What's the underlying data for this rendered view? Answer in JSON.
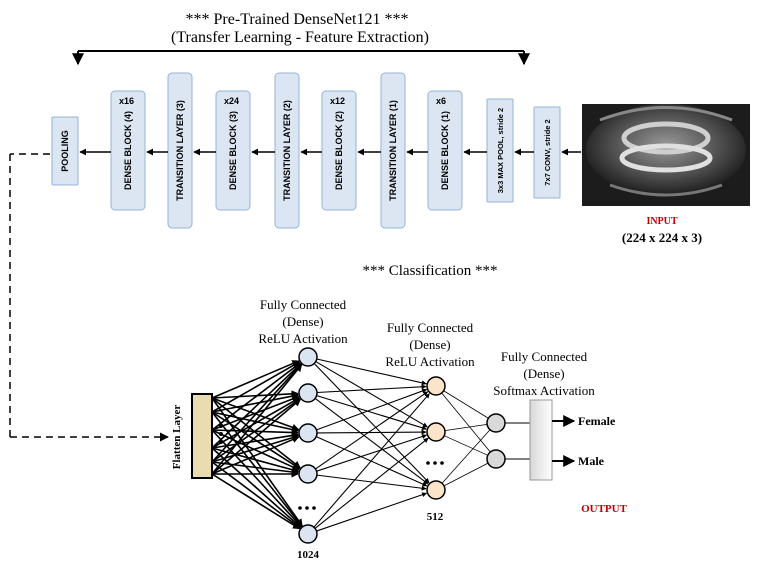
{
  "header": {
    "title": "*** Pre-Trained DenseNet121 ***",
    "subtitle": "(Transfer Learning - Feature Extraction)"
  },
  "pipeline": {
    "blocks": [
      {
        "label": "POOLING",
        "multiplier": ""
      },
      {
        "label": "DENSE BLOCK (4)",
        "multiplier": "x16"
      },
      {
        "label": "TRANSITION LAYER (3)",
        "multiplier": ""
      },
      {
        "label": "DENSE BLOCK (3)",
        "multiplier": "x24"
      },
      {
        "label": "TRANSITION LAYER (2)",
        "multiplier": ""
      },
      {
        "label": "DENSE BLOCK (2)",
        "multiplier": "x12"
      },
      {
        "label": "TRANSITION LAYER (1)",
        "multiplier": ""
      },
      {
        "label": "DENSE BLOCK (1)",
        "multiplier": "x6"
      },
      {
        "label": "3x3 MAX POOL, stride 2",
        "multiplier": ""
      },
      {
        "label": "7x7 CONV, stride 2",
        "multiplier": ""
      }
    ],
    "input_label": "INPUT",
    "input_size": "(224 x 224 x 3)"
  },
  "classification": {
    "title": "*** Classification ***",
    "flatten_label": "Flatten Layer",
    "fc1": {
      "line1": "Fully Connected",
      "line2": "(Dense)",
      "line3": "ReLU Activation",
      "units": "1024"
    },
    "fc2": {
      "line1": "Fully Connected",
      "line2": "(Dense)",
      "line3": "ReLU Activation",
      "units": "512"
    },
    "fc3": {
      "line1": "Fully Connected",
      "line2": "(Dense)",
      "line3": "Softmax Activation"
    },
    "outputs": [
      "Female",
      "Male"
    ],
    "output_label": "OUTPUT"
  },
  "colors": {
    "block_fill": "#dce6f2",
    "block_stroke": "#95b3d7",
    "fc1_node": "#dbe5f1",
    "fc2_node": "#fce4c8",
    "fc3_node": "#d9d9d9",
    "flatten_fill": "#e8dcb0",
    "accent_red": "#c00000"
  }
}
